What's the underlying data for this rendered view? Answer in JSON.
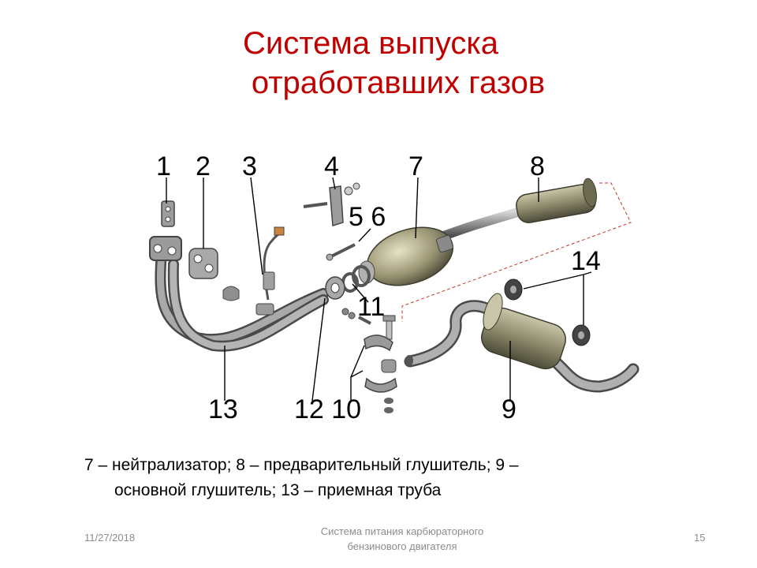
{
  "slide": {
    "title_line1": "Система выпуска",
    "title_line2": "отработавших газов"
  },
  "diagram": {
    "callouts": [
      "1",
      "2",
      "3",
      "4",
      "5 6",
      "7",
      "8",
      "14",
      "11",
      "13",
      "12 10",
      "9"
    ]
  },
  "caption": {
    "line1": "7 – нейтрализатор; 8 – предварительный глушитель; 9 –",
    "line2": "основной глушитель; 13 – приемная труба"
  },
  "footer": {
    "date": "11/27/2018",
    "center_line1": "Система питания карбюраторного",
    "center_line2": "бензинового двигателя",
    "page": "15"
  },
  "colors": {
    "title": "#c00000",
    "muffler": "#8a8566",
    "pipe": "#8d8d8d",
    "leader_dash": "#c0392b",
    "footer_text": "#8c8c8c"
  }
}
